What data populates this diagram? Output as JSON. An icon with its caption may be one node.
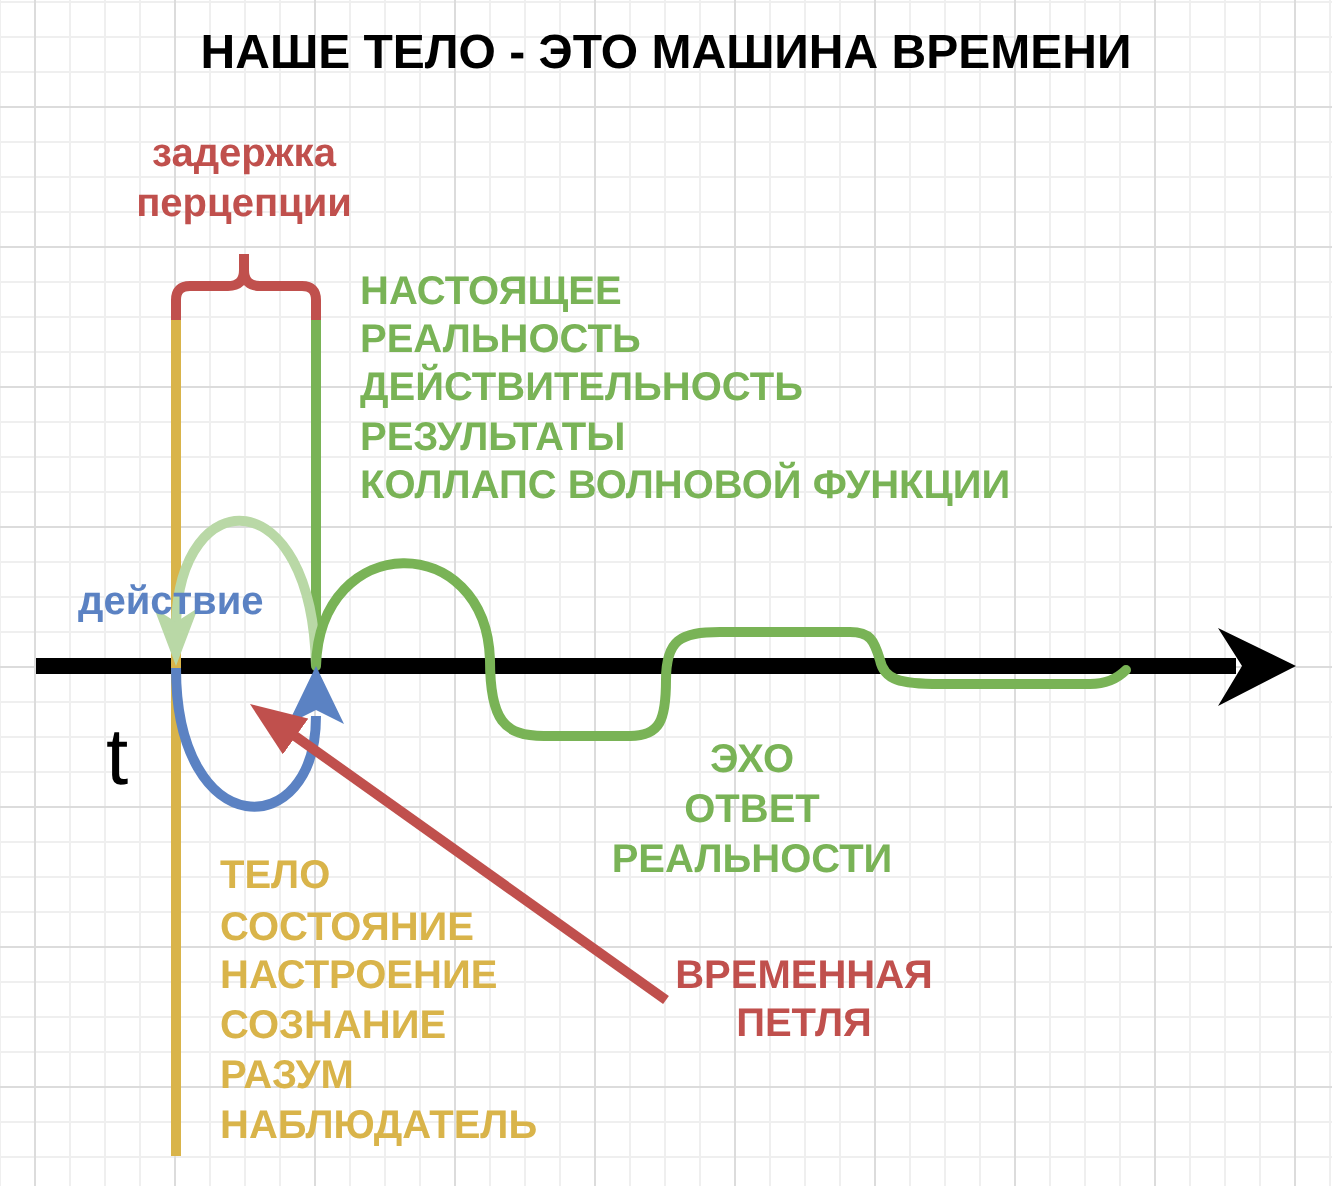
{
  "diagram": {
    "title": "НАШЕ ТЕЛО - ЭТО МАШИНА ВРЕМЕНИ",
    "nodes": [
      {
        "text": [
          "ВРЕМЕННАЯ ПЕТЛЯ"
        ]
      },
      {
        "text": [],
        "shape": "curve"
      }
    ],
    "edges": [
      {
        "from": 0,
        "to": 1,
        "arrow": "to"
      }
    ],
    "labels": [
      "задержка перцепции",
      "НАСТОЯЩЕЕ",
      "РЕАЛЬНОСТЬ",
      "ДЕЙСТВИТЕЛЬНОСТЬ",
      "РЕЗУЛЬТАТЫ",
      "КОЛЛАПС ВОЛНОВОЙ ФУНКЦИИ",
      "действие",
      "t",
      "ЭХО",
      "ОТВЕТ",
      "РЕАЛЬНОСТИ",
      "ТЕЛО",
      "СОСТОЯНИЕ",
      "НАСТРОЕНИЕ",
      "СОЗНАНИЕ",
      "РАЗУМ",
      "НАБЛЮДАТЕЛЬ"
    ]
  }
}
